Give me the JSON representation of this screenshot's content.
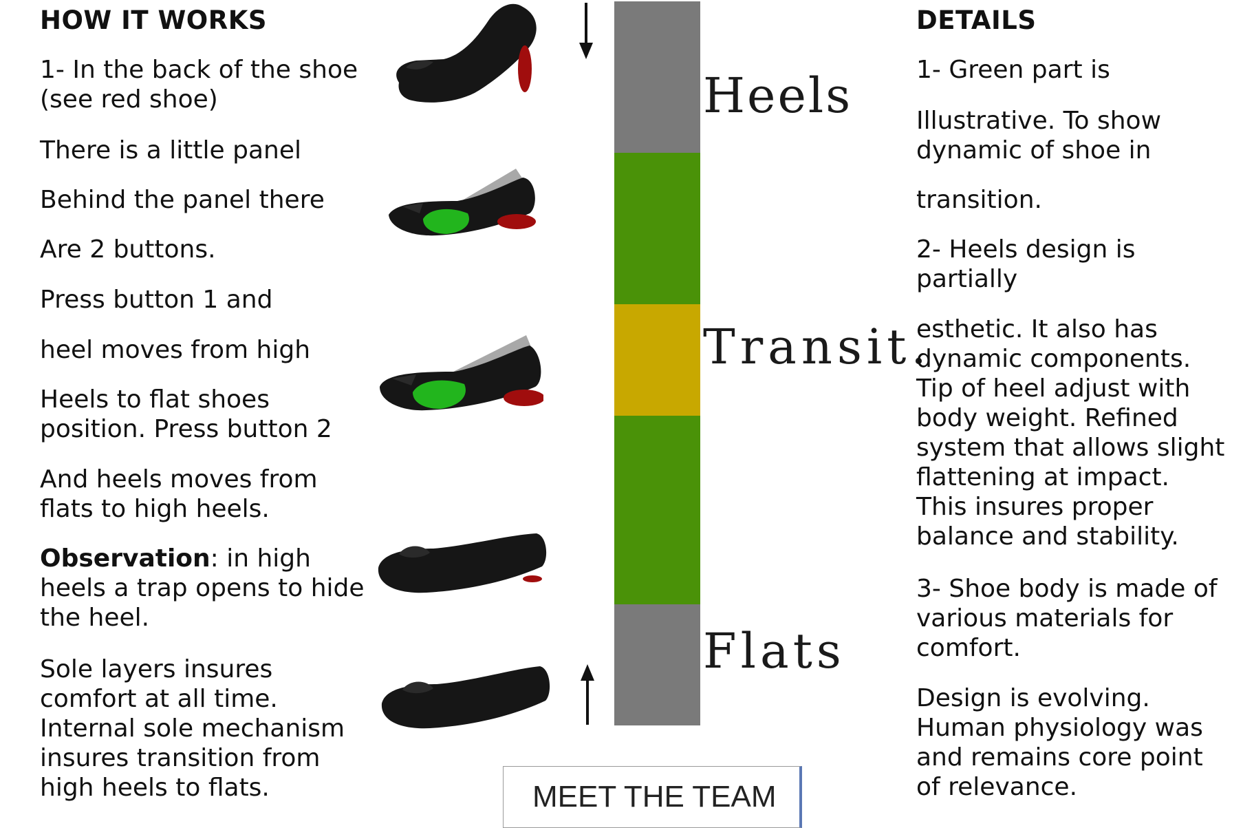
{
  "left": {
    "heading": "HOW IT WORKS",
    "p1a": "1- In the back of the shoe",
    "p1b": "(see red shoe)",
    "p2": "There is a little panel",
    "p3": "Behind the panel there",
    "p4": "Are 2 buttons.",
    "p5": "Press button 1 and",
    "p6": "heel moves from high",
    "p7a": "Heels to flat shoes",
    "p7b": "position. Press button 2",
    "p8a": "And heels moves from",
    "p8b": "flats to high heels.",
    "obs_bold": "Observation",
    "obs_rest": ": in high",
    "obs_b": "heels a trap opens to hide",
    "obs_c": "the heel.",
    "sole_a": "Sole layers insures",
    "sole_b": "comfort at all time.",
    "sole_c": "Internal sole mechanism",
    "sole_d": "insures transition from",
    "sole_e": "high heels to flats."
  },
  "right": {
    "heading": "DETAILS",
    "d1": "1- Green part is",
    "d2a": "Illustrative. To show",
    "d2b": "dynamic of shoe in",
    "d3": "transition.",
    "d4a": "2- Heels design is",
    "d4b": "partially",
    "d5a": "esthetic. It also has",
    "d5b": "dynamic components.",
    "d5c": "Tip of heel adjust with",
    "d5d": "body weight.  Refined",
    "d5e": "system that allows slight",
    "d5f": "flattening at impact.",
    "d5g": "This insures proper",
    "d5h": "balance and stability.",
    "d6a": "3- Shoe body is made of",
    "d6b": "various materials for",
    "d6c": "comfort.",
    "d7a": "Design is evolving.",
    "d7b": "Human physiology was",
    "d7c": "and remains core point",
    "d7d": "of relevance."
  },
  "stages": {
    "heels": "Heels",
    "transit": "Transit.",
    "flats": "Flats"
  },
  "bar_colors": {
    "gray": "#7a7a7a",
    "green": "#4a9208",
    "yellow": "#c8a800"
  },
  "shoe_colors": {
    "body": "#161616",
    "heel": "#a00d0d",
    "insole": "#22b51d",
    "panel": "#a8a8a8"
  },
  "button": {
    "label": "MEET THE TEAM"
  }
}
